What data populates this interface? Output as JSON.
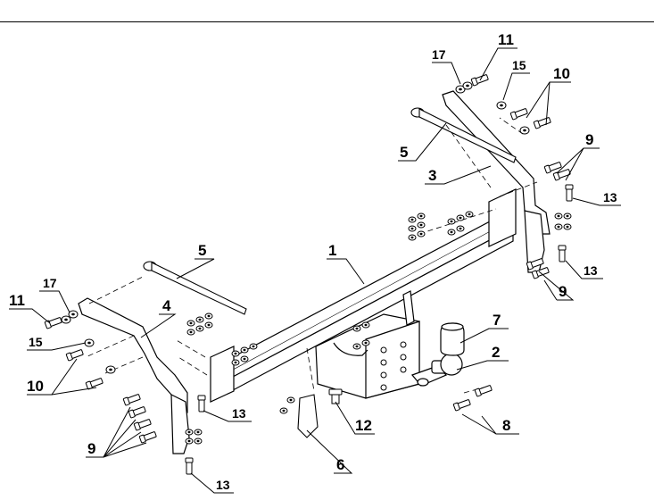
{
  "diagram": {
    "callouts": [
      {
        "key": "c1",
        "label": "1"
      },
      {
        "key": "c2",
        "label": "2"
      },
      {
        "key": "c3",
        "label": "3"
      },
      {
        "key": "c4",
        "label": "4"
      },
      {
        "key": "c5a",
        "label": "5"
      },
      {
        "key": "c5b",
        "label": "5"
      },
      {
        "key": "c6",
        "label": "6"
      },
      {
        "key": "c7",
        "label": "7"
      },
      {
        "key": "c8",
        "label": "8"
      },
      {
        "key": "c9a",
        "label": "9"
      },
      {
        "key": "c9b",
        "label": "9"
      },
      {
        "key": "c9c",
        "label": "9"
      },
      {
        "key": "c10a",
        "label": "10"
      },
      {
        "key": "c10b",
        "label": "10"
      },
      {
        "key": "c11a",
        "label": "11"
      },
      {
        "key": "c11b",
        "label": "11"
      },
      {
        "key": "c12",
        "label": "12"
      },
      {
        "key": "c13a",
        "label": "13"
      },
      {
        "key": "c13b",
        "label": "13"
      },
      {
        "key": "c13c",
        "label": "13"
      },
      {
        "key": "c13d",
        "label": "13"
      },
      {
        "key": "c15a",
        "label": "15"
      },
      {
        "key": "c15b",
        "label": "15"
      },
      {
        "key": "c17a",
        "label": "17"
      },
      {
        "key": "c17b",
        "label": "17"
      }
    ]
  }
}
